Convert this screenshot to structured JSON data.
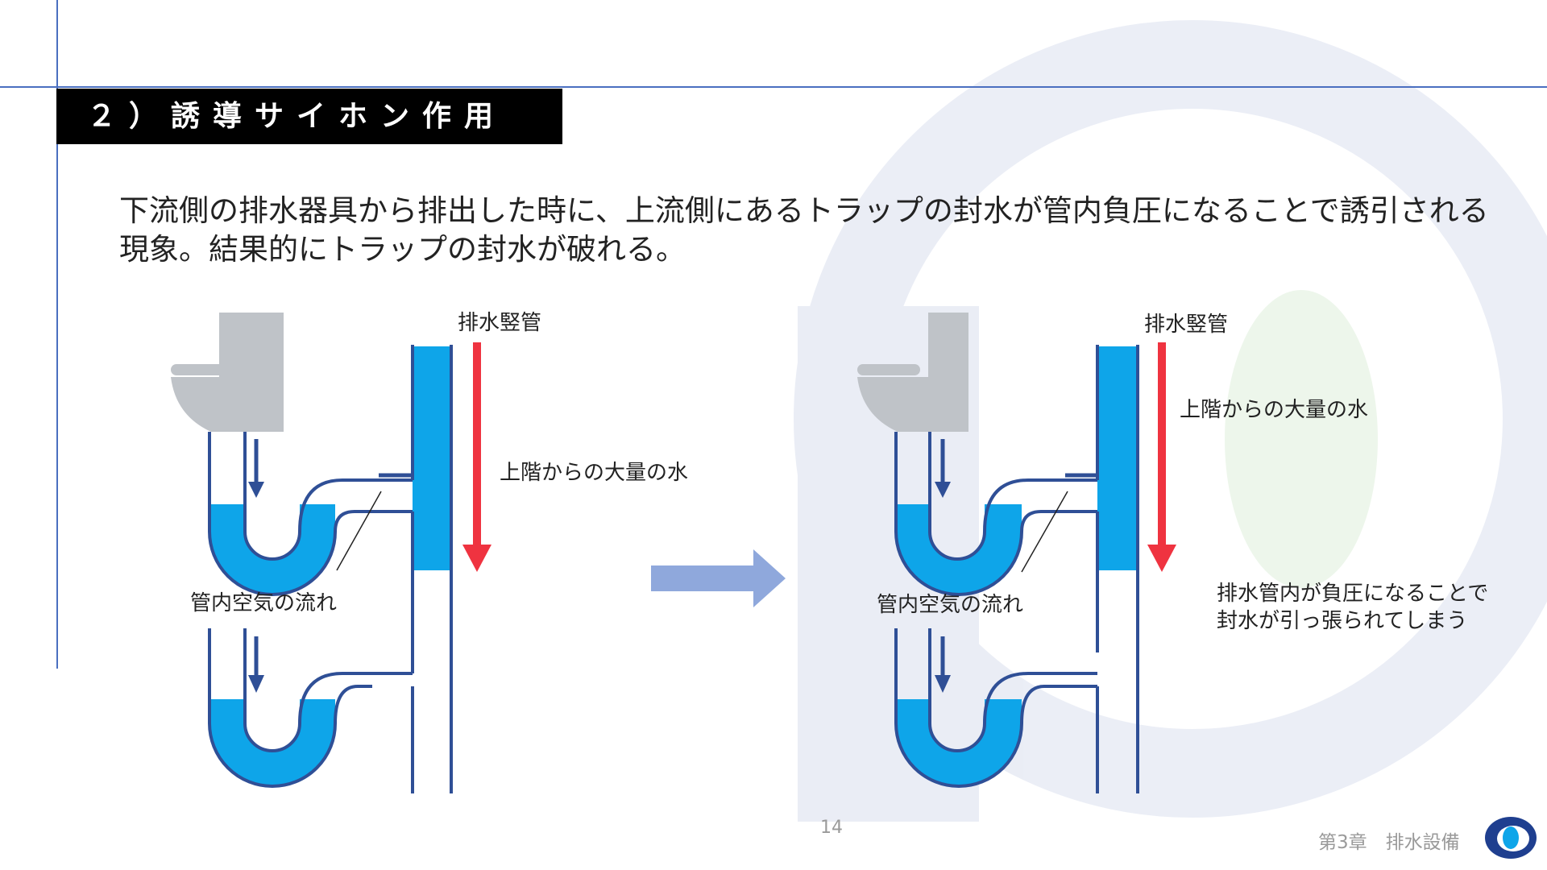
{
  "slide": {
    "title": "２）誘導サイホン作用",
    "description": "下流側の排水器具から排出した時に、上流側にあるトラップの封水が管内負圧になることで誘引される現象。結果的にトラップの封水が破れる。"
  },
  "diagram_left": {
    "stack_label": "排水竪管",
    "water_label": "上階からの大量の水",
    "air_label": "管内空気の流れ"
  },
  "diagram_right": {
    "stack_label": "排水竪管",
    "water_label": "上階からの大量の水",
    "air_label": "管内空気の流れ",
    "note_line1": "排水管内が負圧になることで",
    "note_line2": "封水が引っ張られてしまう"
  },
  "footer": {
    "page_number": "14",
    "chapter": "第3章　排水設備"
  },
  "colors": {
    "accent_line": "#4a6fc0",
    "pipe_outline": "#2f4f96",
    "water": "#0ea5e9",
    "down_arrow": "#ef3340",
    "transition_arrow": "#8fa8dc",
    "toilet": "#bfc3c8"
  }
}
